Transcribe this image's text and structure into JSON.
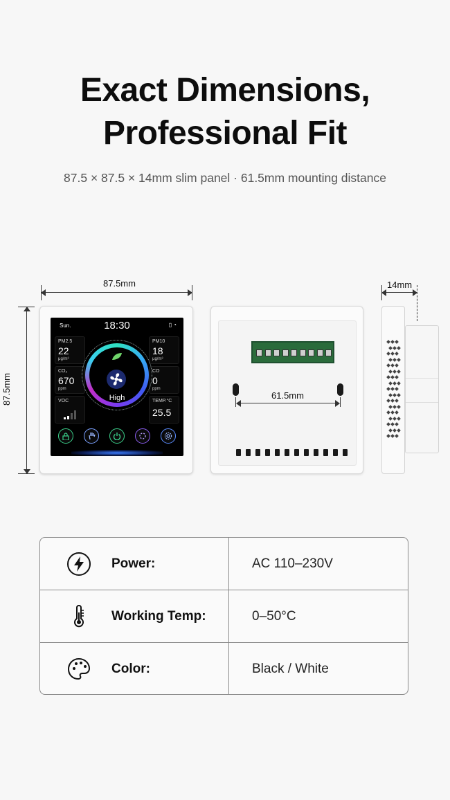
{
  "header": {
    "title_line1": "Exact Dimensions,",
    "title_line2": "Professional Fit",
    "subtitle": "87.5 × 87.5 × 14mm slim panel · 61.5mm mounting distance"
  },
  "dimensions": {
    "width_label": "87.5mm",
    "height_label": "87.5mm",
    "depth_label": "14mm",
    "mount_label": "61.5mm"
  },
  "device_screen": {
    "day": "Sun.",
    "time": "18:30",
    "pm25": {
      "label": "PM2.5",
      "value": "22",
      "unit": "μg/m³"
    },
    "pm10": {
      "label": "PM10",
      "value": "18",
      "unit": "μg/m³"
    },
    "co2": {
      "label": "CO₂",
      "value": "670",
      "unit": "ppm"
    },
    "co": {
      "label": "CO",
      "value": "0",
      "unit": "ppm"
    },
    "voc": {
      "label": "VOC"
    },
    "temp": {
      "label": "TEMP.°C",
      "value": "25.5"
    },
    "fan_mode": "High",
    "buttons": [
      "lock-icon",
      "hand-icon",
      "power-icon",
      "fan-speed-icon",
      "settings-icon"
    ]
  },
  "specs": [
    {
      "icon": "lightning-icon",
      "label": "Power:",
      "value": "AC 110–230V"
    },
    {
      "icon": "thermometer-icon",
      "label": "Working Temp:",
      "value": "0–50°C"
    },
    {
      "icon": "palette-icon",
      "label": "Color:",
      "value": "Black / White"
    }
  ],
  "colors": {
    "terminal_green": "#2a6b3b",
    "ring_teal": "#2fe0c0",
    "ring_purple": "#7a3bf0",
    "power_button_green": "#3ad08a"
  }
}
